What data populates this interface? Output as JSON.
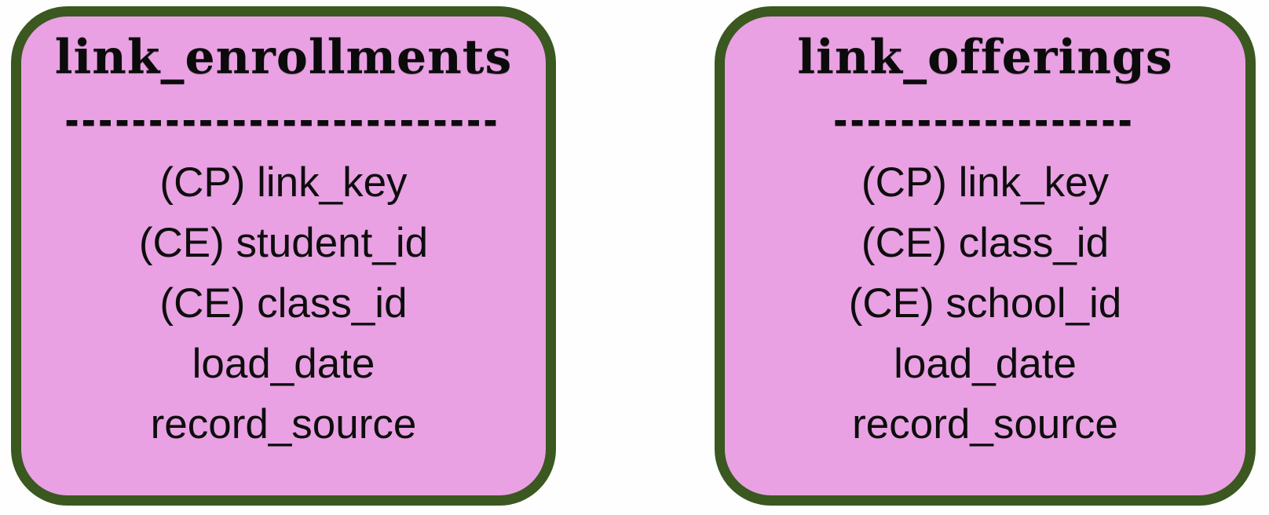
{
  "colors": {
    "background": "#fefefe",
    "box_fill": "#e9a1e3",
    "box_border": "#3a581f",
    "text": "#0d0d0d"
  },
  "diagram": {
    "tables": [
      {
        "name": "link_enrollments",
        "separator": "--------------------------",
        "fields": [
          "(CP) link_key",
          "(CE) student_id",
          "(CE) class_id",
          "load_date",
          "record_source"
        ]
      },
      {
        "name": "link_offerings",
        "separator": "------------------",
        "fields": [
          "(CP) link_key",
          "(CE) class_id",
          "(CE) school_id",
          "load_date",
          "record_source"
        ]
      }
    ]
  }
}
